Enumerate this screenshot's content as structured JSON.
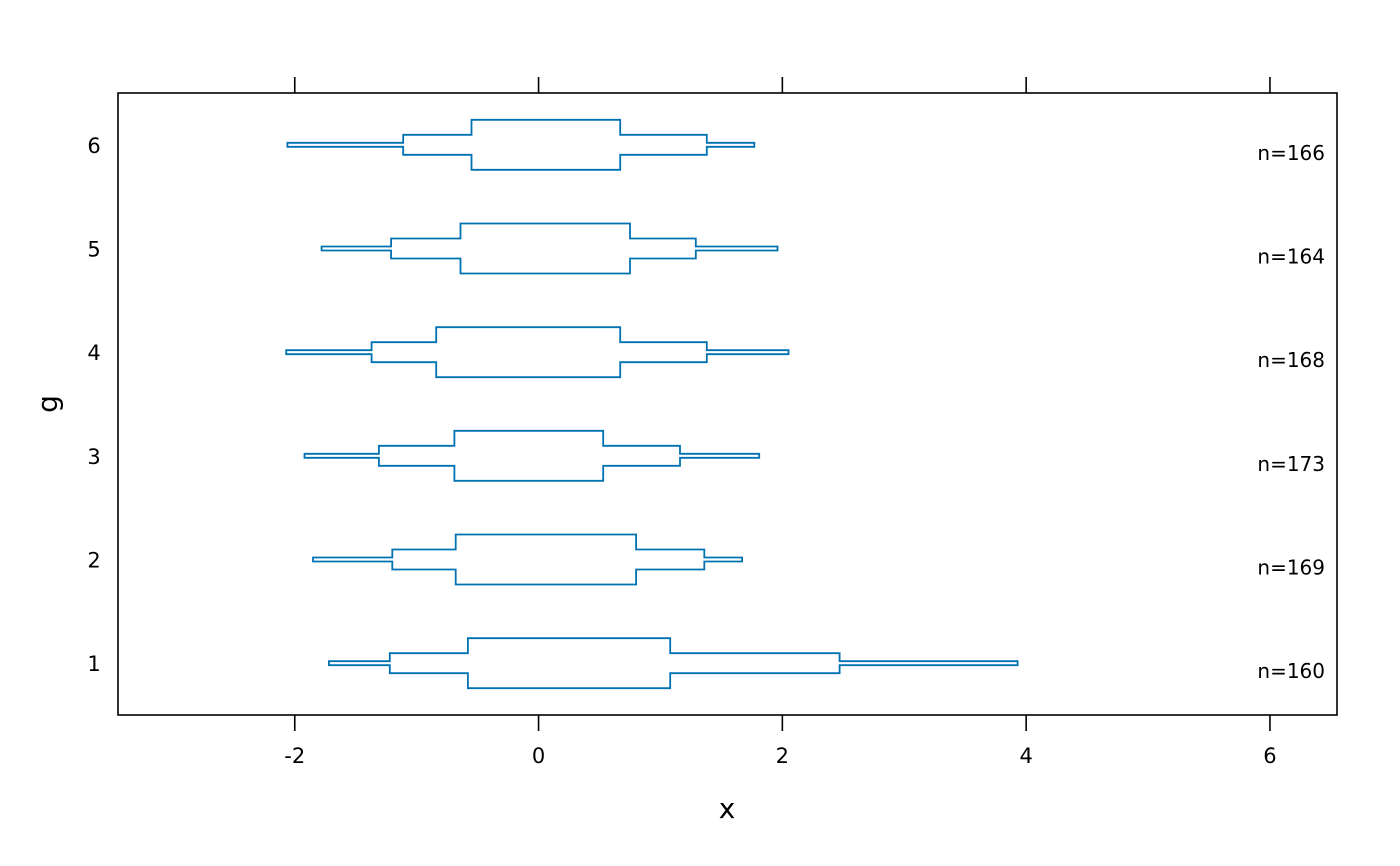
{
  "chart_data": {
    "type": "boxplot",
    "xlabel": "x",
    "ylabel": "g",
    "xlim": [
      -3.45,
      6.55
    ],
    "x_ticks": [
      -2,
      0,
      2,
      4,
      6
    ],
    "x_tick_labels": [
      "-2",
      "0",
      "2",
      "4",
      "6"
    ],
    "categories": [
      "1",
      "2",
      "3",
      "4",
      "5",
      "6"
    ],
    "color": "#0072B2",
    "boxes": [
      {
        "group": "1",
        "n_label": "n=160",
        "steps": [
          -1.72,
          -1.22,
          -0.58,
          1.08,
          2.47,
          3.93
        ]
      },
      {
        "group": "2",
        "n_label": "n=169",
        "steps": [
          -1.85,
          -1.2,
          -0.68,
          0.8,
          1.36,
          1.67
        ]
      },
      {
        "group": "3",
        "n_label": "n=173",
        "steps": [
          -1.92,
          -1.31,
          -0.69,
          0.53,
          1.16,
          1.81
        ]
      },
      {
        "group": "4",
        "n_label": "n=168",
        "steps": [
          -2.07,
          -1.37,
          -0.84,
          0.67,
          1.38,
          2.05
        ]
      },
      {
        "group": "5",
        "n_label": "n=164",
        "steps": [
          -1.78,
          -1.21,
          -0.64,
          0.75,
          1.29,
          1.96
        ]
      },
      {
        "group": "6",
        "n_label": "n=166",
        "steps": [
          -2.06,
          -1.11,
          -0.55,
          0.67,
          1.38,
          1.77
        ]
      }
    ]
  }
}
